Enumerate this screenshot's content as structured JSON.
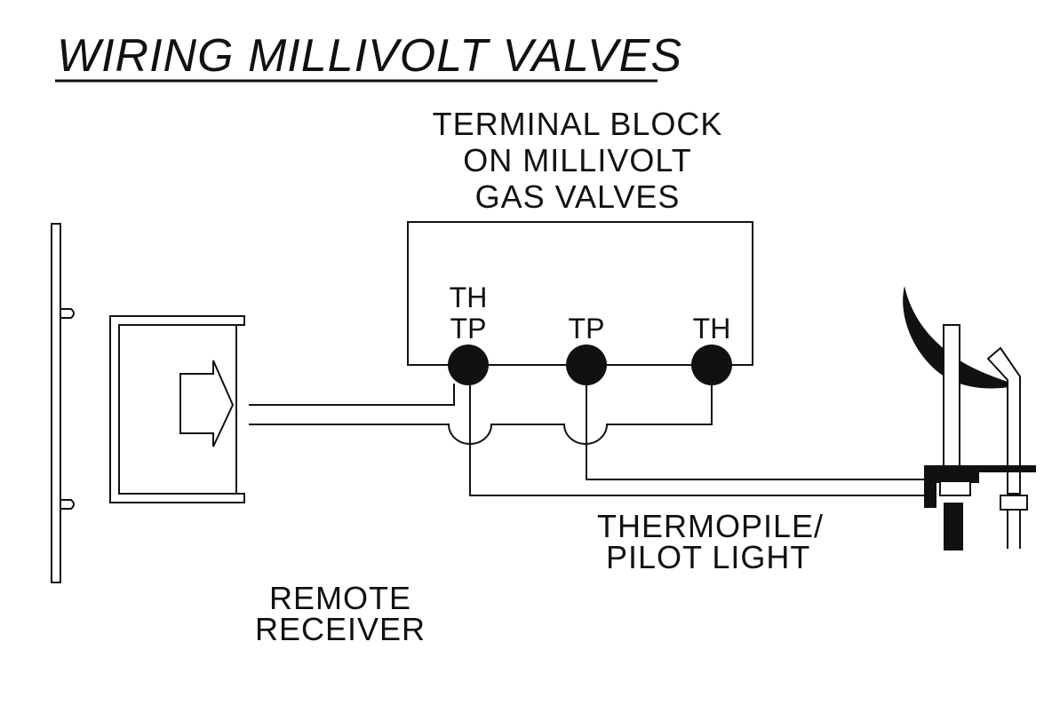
{
  "title": "WIRING MILLIVOLT VALVES",
  "terminal_block": {
    "caption": [
      "TERMINAL BLOCK",
      "ON MILLIVOLT",
      "GAS VALVES"
    ],
    "terminals": [
      {
        "id": "th-tp",
        "lines": [
          "TH",
          "TP"
        ]
      },
      {
        "id": "tp",
        "lines": [
          "TP"
        ]
      },
      {
        "id": "th",
        "lines": [
          "TH"
        ]
      }
    ]
  },
  "remote_receiver": {
    "lines": [
      "REMOTE",
      "RECEIVER"
    ]
  },
  "thermopile": {
    "lines": [
      "THERMOPILE/",
      "PILOT LIGHT"
    ]
  },
  "colors": {
    "line": "#111111",
    "background": "#ffffff"
  }
}
